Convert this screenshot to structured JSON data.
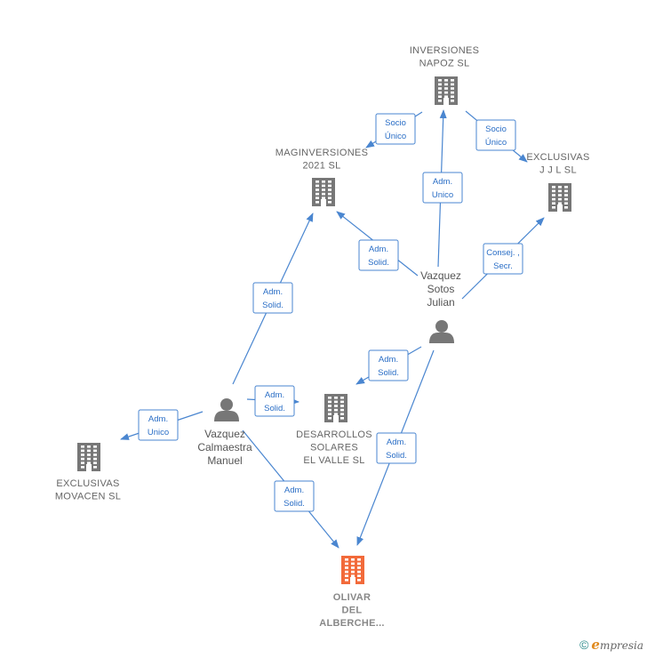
{
  "colors": {
    "company": "#777777",
    "focus_company": "#f26a3a",
    "person": "#777777",
    "edge": "#4a86d0",
    "edge_text": "#2a6ec6"
  },
  "nodes": [
    {
      "id": "inversiones",
      "kind": "company",
      "lines": [
        "INVERSIONES",
        "NAPOZ  SL"
      ]
    },
    {
      "id": "maginversiones",
      "kind": "company",
      "lines": [
        "MAGINVERSIONES",
        "2021  SL"
      ]
    },
    {
      "id": "exclusivas_jjl",
      "kind": "company",
      "lines": [
        "EXCLUSIVAS",
        "J J L SL"
      ]
    },
    {
      "id": "vazquez_sotos",
      "kind": "person",
      "lines": [
        "Vazquez",
        "Sotos",
        "Julian"
      ]
    },
    {
      "id": "desarrollos",
      "kind": "company",
      "lines": [
        "DESARROLLOS",
        "SOLARES",
        "EL VALLE SL"
      ]
    },
    {
      "id": "vazquez_calmaestra",
      "kind": "person",
      "lines": [
        "Vazquez",
        "Calmaestra",
        "Manuel"
      ]
    },
    {
      "id": "exclusivas_movacen",
      "kind": "company",
      "lines": [
        "EXCLUSIVAS",
        "MOVACEN SL"
      ]
    },
    {
      "id": "olivar",
      "kind": "focus",
      "lines": [
        "OLIVAR",
        "DEL",
        "ALBERCHE..."
      ]
    }
  ],
  "edges": [
    {
      "from": "inversiones",
      "to": "maginversiones",
      "lines": [
        "Socio",
        "Único"
      ]
    },
    {
      "from": "inversiones",
      "to": "exclusivas_jjl",
      "lines": [
        "Socio",
        "Único"
      ]
    },
    {
      "from": "vazquez_sotos",
      "to": "inversiones",
      "lines": [
        "Adm.",
        "Unico"
      ]
    },
    {
      "from": "vazquez_sotos",
      "to": "maginversiones",
      "lines": [
        "Adm.",
        "Solid."
      ]
    },
    {
      "from": "vazquez_sotos",
      "to": "exclusivas_jjl",
      "lines": [
        "Consej. ,",
        "Secr."
      ]
    },
    {
      "from": "vazquez_sotos",
      "to": "desarrollos",
      "lines": [
        "Adm.",
        "Solid."
      ]
    },
    {
      "from": "vazquez_sotos",
      "to": "olivar",
      "lines": [
        "Adm.",
        "Solid."
      ]
    },
    {
      "from": "vazquez_calmaestra",
      "to": "maginversiones",
      "lines": [
        "Adm.",
        "Solid."
      ]
    },
    {
      "from": "vazquez_calmaestra",
      "to": "desarrollos",
      "lines": [
        "Adm.",
        "Solid."
      ]
    },
    {
      "from": "vazquez_calmaestra",
      "to": "exclusivas_movacen",
      "lines": [
        "Adm.",
        "Unico"
      ]
    },
    {
      "from": "vazquez_calmaestra",
      "to": "olivar",
      "lines": [
        "Adm.",
        "Solid."
      ]
    }
  ],
  "footer": {
    "copyright": "©",
    "brand_initial": "e",
    "brand_rest": "mpresia"
  }
}
